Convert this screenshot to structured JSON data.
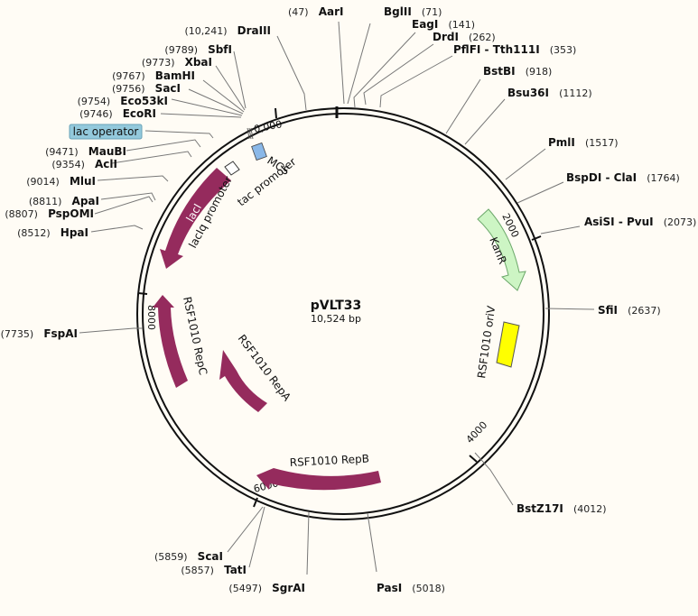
{
  "plasmid": {
    "name": "pVLT33",
    "length_label": "10,524 bp"
  },
  "ruler": {
    "ticks": [
      "0,000",
      "2000",
      "4000",
      "6000",
      "8000"
    ]
  },
  "sites": [
    {
      "name": "DraIII",
      "pos": "(10,241)"
    },
    {
      "name": "SbfI",
      "pos": "(9789)"
    },
    {
      "name": "XbaI",
      "pos": "(9773)"
    },
    {
      "name": "BamHI",
      "pos": "(9767)"
    },
    {
      "name": "SacI",
      "pos": "(9756)"
    },
    {
      "name": "Eco53kI",
      "pos": "(9754)"
    },
    {
      "name": "EcoRI",
      "pos": "(9746)"
    },
    {
      "name": "MauBI",
      "pos": "(9471)"
    },
    {
      "name": "AclI",
      "pos": "(9354)"
    },
    {
      "name": "MluI",
      "pos": "(9014)"
    },
    {
      "name": "ApaI",
      "pos": "(8811)"
    },
    {
      "name": "PspOMI",
      "pos": "(8807)"
    },
    {
      "name": "HpaI",
      "pos": "(8512)"
    },
    {
      "name": "FspAI",
      "pos": "(7735)"
    },
    {
      "name": "ScaI",
      "pos": "(5859)"
    },
    {
      "name": "TatI",
      "pos": "(5857)"
    },
    {
      "name": "SgrAI",
      "pos": "(5497)"
    },
    {
      "name": "AarI",
      "pos": "(47)"
    },
    {
      "name": "BglII",
      "pos": "(71)"
    },
    {
      "name": "EagI",
      "pos": "(141)"
    },
    {
      "name": "DrdI",
      "pos": "(262)"
    },
    {
      "name": "PflFI - Tth111I",
      "pos": "(353)"
    },
    {
      "name": "BstBI",
      "pos": "(918)"
    },
    {
      "name": "Bsu36I",
      "pos": "(1112)"
    },
    {
      "name": "PmlI",
      "pos": "(1517)"
    },
    {
      "name": "BspDI - ClaI",
      "pos": "(1764)"
    },
    {
      "name": "AsiSI - PvuI",
      "pos": "(2073)"
    },
    {
      "name": "SfiI",
      "pos": "(2637)"
    },
    {
      "name": "BstZ17I",
      "pos": "(4012)"
    },
    {
      "name": "PasI",
      "pos": "(5018)"
    }
  ],
  "features": {
    "lac_operator": "lac operator",
    "mcs": "MCS",
    "tac_promoter": "tac promoter",
    "laci": "lacI",
    "laciq_promoter": "lacIq promoter",
    "kanr": "KanR",
    "ori": "RSF1010 oriV",
    "repc": "RSF1010 RepC",
    "repa": "RSF1010 RepA",
    "repb": "RSF1010 RepB"
  },
  "colors": {
    "feature": "#952b5d",
    "kanr": "#cdf5c4",
    "ori": "#ffff00",
    "lac_operator": "#93c9dc",
    "mcs": "#8ab8e8"
  }
}
